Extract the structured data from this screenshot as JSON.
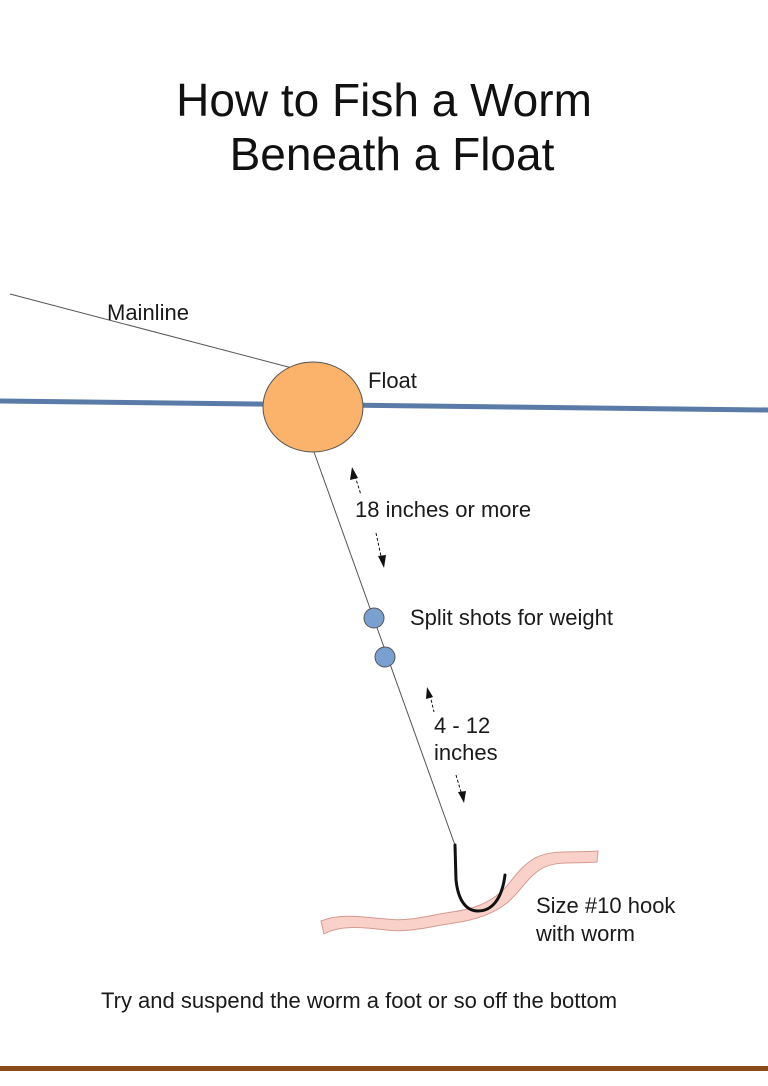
{
  "title": {
    "line1": "How to Fish a Worm",
    "line2": "Beneath a Float"
  },
  "labels": {
    "mainline": "Mainline",
    "float": "Float",
    "float_depth": "18 inches or more",
    "split_shots": "Split shots for weight",
    "shot_distance_line1": "4 - 12",
    "shot_distance_line2": "inches",
    "hook_line1": "Size #10 hook",
    "hook_line2": "with worm"
  },
  "caption": "Try and suspend the worm a foot or so off the bottom",
  "colors": {
    "water_surface": "#5a7ba8",
    "float_fill": "#fbb26a",
    "float_stroke": "#555555",
    "split_shot_fill": "#7a9fd1",
    "worm_fill": "#fad1c9",
    "worm_stroke": "#d49a90",
    "hook": "#111111",
    "line": "#555555",
    "bottom_border": "#8a4a1a"
  }
}
